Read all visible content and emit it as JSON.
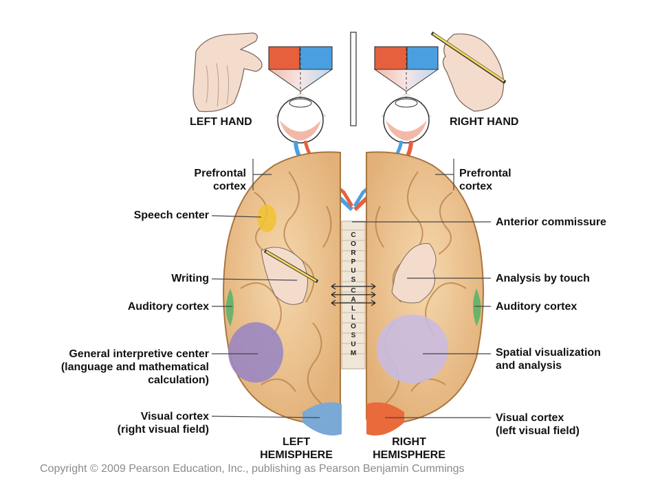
{
  "labels": {
    "left_hand": "LEFT HAND",
    "right_hand": "RIGHT HAND",
    "prefrontal_left": [
      "Prefrontal",
      "cortex"
    ],
    "prefrontal_right": [
      "Prefrontal",
      "cortex"
    ],
    "speech_center": "Speech center",
    "anterior_commissure": "Anterior commissure",
    "writing": "Writing",
    "analysis_by_touch": "Analysis by touch",
    "auditory_left": "Auditory cortex",
    "auditory_right": "Auditory cortex",
    "general_interpretive": [
      "General interpretive center",
      "(language and mathematical",
      "calculation)"
    ],
    "spatial": [
      "Spatial visualization",
      "and analysis"
    ],
    "visual_left": [
      "Visual cortex",
      "(right visual field)"
    ],
    "visual_right": [
      "Visual cortex",
      "(left visual field)"
    ],
    "left_hemisphere": [
      "LEFT",
      "HEMISPHERE"
    ],
    "right_hemisphere": [
      "RIGHT",
      "HEMISPHERE"
    ],
    "corpus_callosum": [
      "C",
      "O",
      "R",
      "P",
      "U",
      "S",
      "C",
      "A",
      "L",
      "L",
      "O",
      "S",
      "U",
      "M"
    ]
  },
  "copyright": "Copyright © 2009 Pearson Education, Inc., publishing as Pearson Benjamin Cummings",
  "colors": {
    "brain": "#efc793",
    "brain_shade": "#d9a46a",
    "speech": "#f2c230",
    "auditory": "#6bb36a",
    "interpretive": "#9b87c2",
    "spatial": "#c9bbe0",
    "visual_left": "#7aa9d6",
    "visual_right": "#e96a3a",
    "field_red": "#e6603d",
    "field_blue": "#4a9fe0"
  }
}
